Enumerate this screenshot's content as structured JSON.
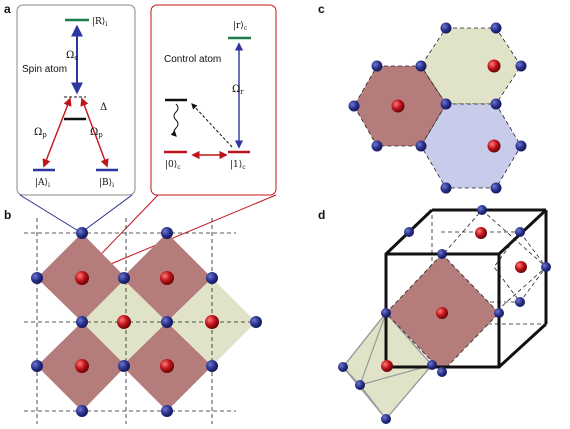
{
  "panels": {
    "a": {
      "label": "a",
      "spin_title": "Spin atom",
      "control_title": "Control atom",
      "levels": {
        "R": "|R⟩",
        "R_sub": "i",
        "A": "|A⟩",
        "A_sub": "i",
        "B": "|B⟩",
        "B_sub": "i",
        "r": "|r⟩",
        "r_sub": "c",
        "zero": "|0⟩",
        "zero_sub": "c",
        "one": "|1⟩",
        "one_sub": "c"
      },
      "couplings": {
        "omega": "Ω",
        "c_sub": "c",
        "p_sub": "p",
        "r_sub": "r",
        "delta": "Δ"
      }
    },
    "b": {
      "label": "b"
    },
    "c": {
      "label": "c"
    },
    "d": {
      "label": "d"
    }
  },
  "colors": {
    "blue_atom": "#28308a",
    "red_atom": "#c0141c",
    "plaquette_red": "#b47c7a",
    "plaquette_olive": "#e1e3c9",
    "plaquette_blue": "#c9cbea",
    "level_green": "#1d7a4a",
    "arrow_red": "#c0141c",
    "arrow_blue": "#2c35a0"
  }
}
